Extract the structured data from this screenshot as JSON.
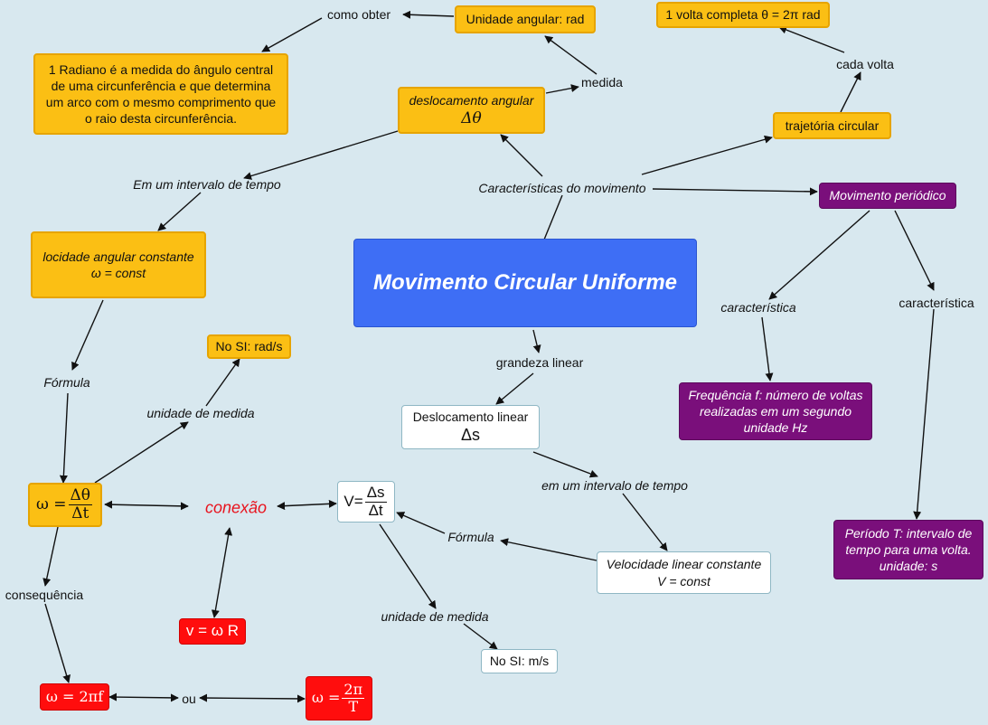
{
  "main": {
    "title": "Movimento Circular Uniforme"
  },
  "nodes": {
    "unidade_angular": "Unidade angular: rad",
    "volta_completa": "1 volta completa θ = 2π rad",
    "radiano_def": "1 Radiano é a medida do ângulo central de uma circunferência e que determina um arco com o mesmo comprimento que o raio desta circunferência.",
    "desloc_angular_text": "deslocamento angular",
    "desloc_angular_sym": "Δθ",
    "trajetoria": "trajetória circular",
    "mov_periodico": "Movimento periódico",
    "vel_angular_line1": "locidade angular constante",
    "vel_angular_line2": "ω = const",
    "si_rad": "No SI: rad/s",
    "omega_lhs": "ω  =",
    "omega_num": "Δθ",
    "omega_den": "Δt",
    "v_lhs": "V=",
    "v_num": "Δs",
    "v_den": "Δt",
    "desloc_linear_line1": "Deslocamento linear",
    "desloc_linear_line2": "Δs",
    "frequencia": "Frequência f: número de voltas realizadas em um segundo unidade Hz",
    "periodo": "Período T: intervalo de tempo para uma volta. unidade: s",
    "vel_linear_line1": "Velocidade linear constante",
    "vel_linear_line2": "V = const",
    "si_ms": "No SI: m/s",
    "v_omega_r": "v = ω R",
    "omega_2pif": "ω = 2πf",
    "omega_2piT_lhs": "ω =",
    "omega_2piT_num": "2π",
    "omega_2piT_den": "T"
  },
  "labels": {
    "como_obter": "como obter",
    "medida": "medida",
    "cada_volta": "cada volta",
    "intervalo_tempo": "Em um intervalo de tempo",
    "caracteristicas": "Características do movimento",
    "caracteristica_1": "característica",
    "caracteristica_2": "característica",
    "formula_1": "Fórmula",
    "unidade_medida_1": "unidade de medida",
    "grandeza_linear": "grandeza linear",
    "conexao": "conexão",
    "em_intervalo": "em um intervalo de tempo",
    "formula_2": "Fórmula",
    "consequencia": "consequência",
    "unidade_medida_2": "unidade de medida",
    "ou": "ou"
  },
  "colors": {
    "yellow": "#fbbf14",
    "purple": "#7a0f7b",
    "red": "#ff0d0d",
    "blue": "#3e6ef5",
    "background": "#d8e8ef",
    "conexao": "#e8141e"
  }
}
